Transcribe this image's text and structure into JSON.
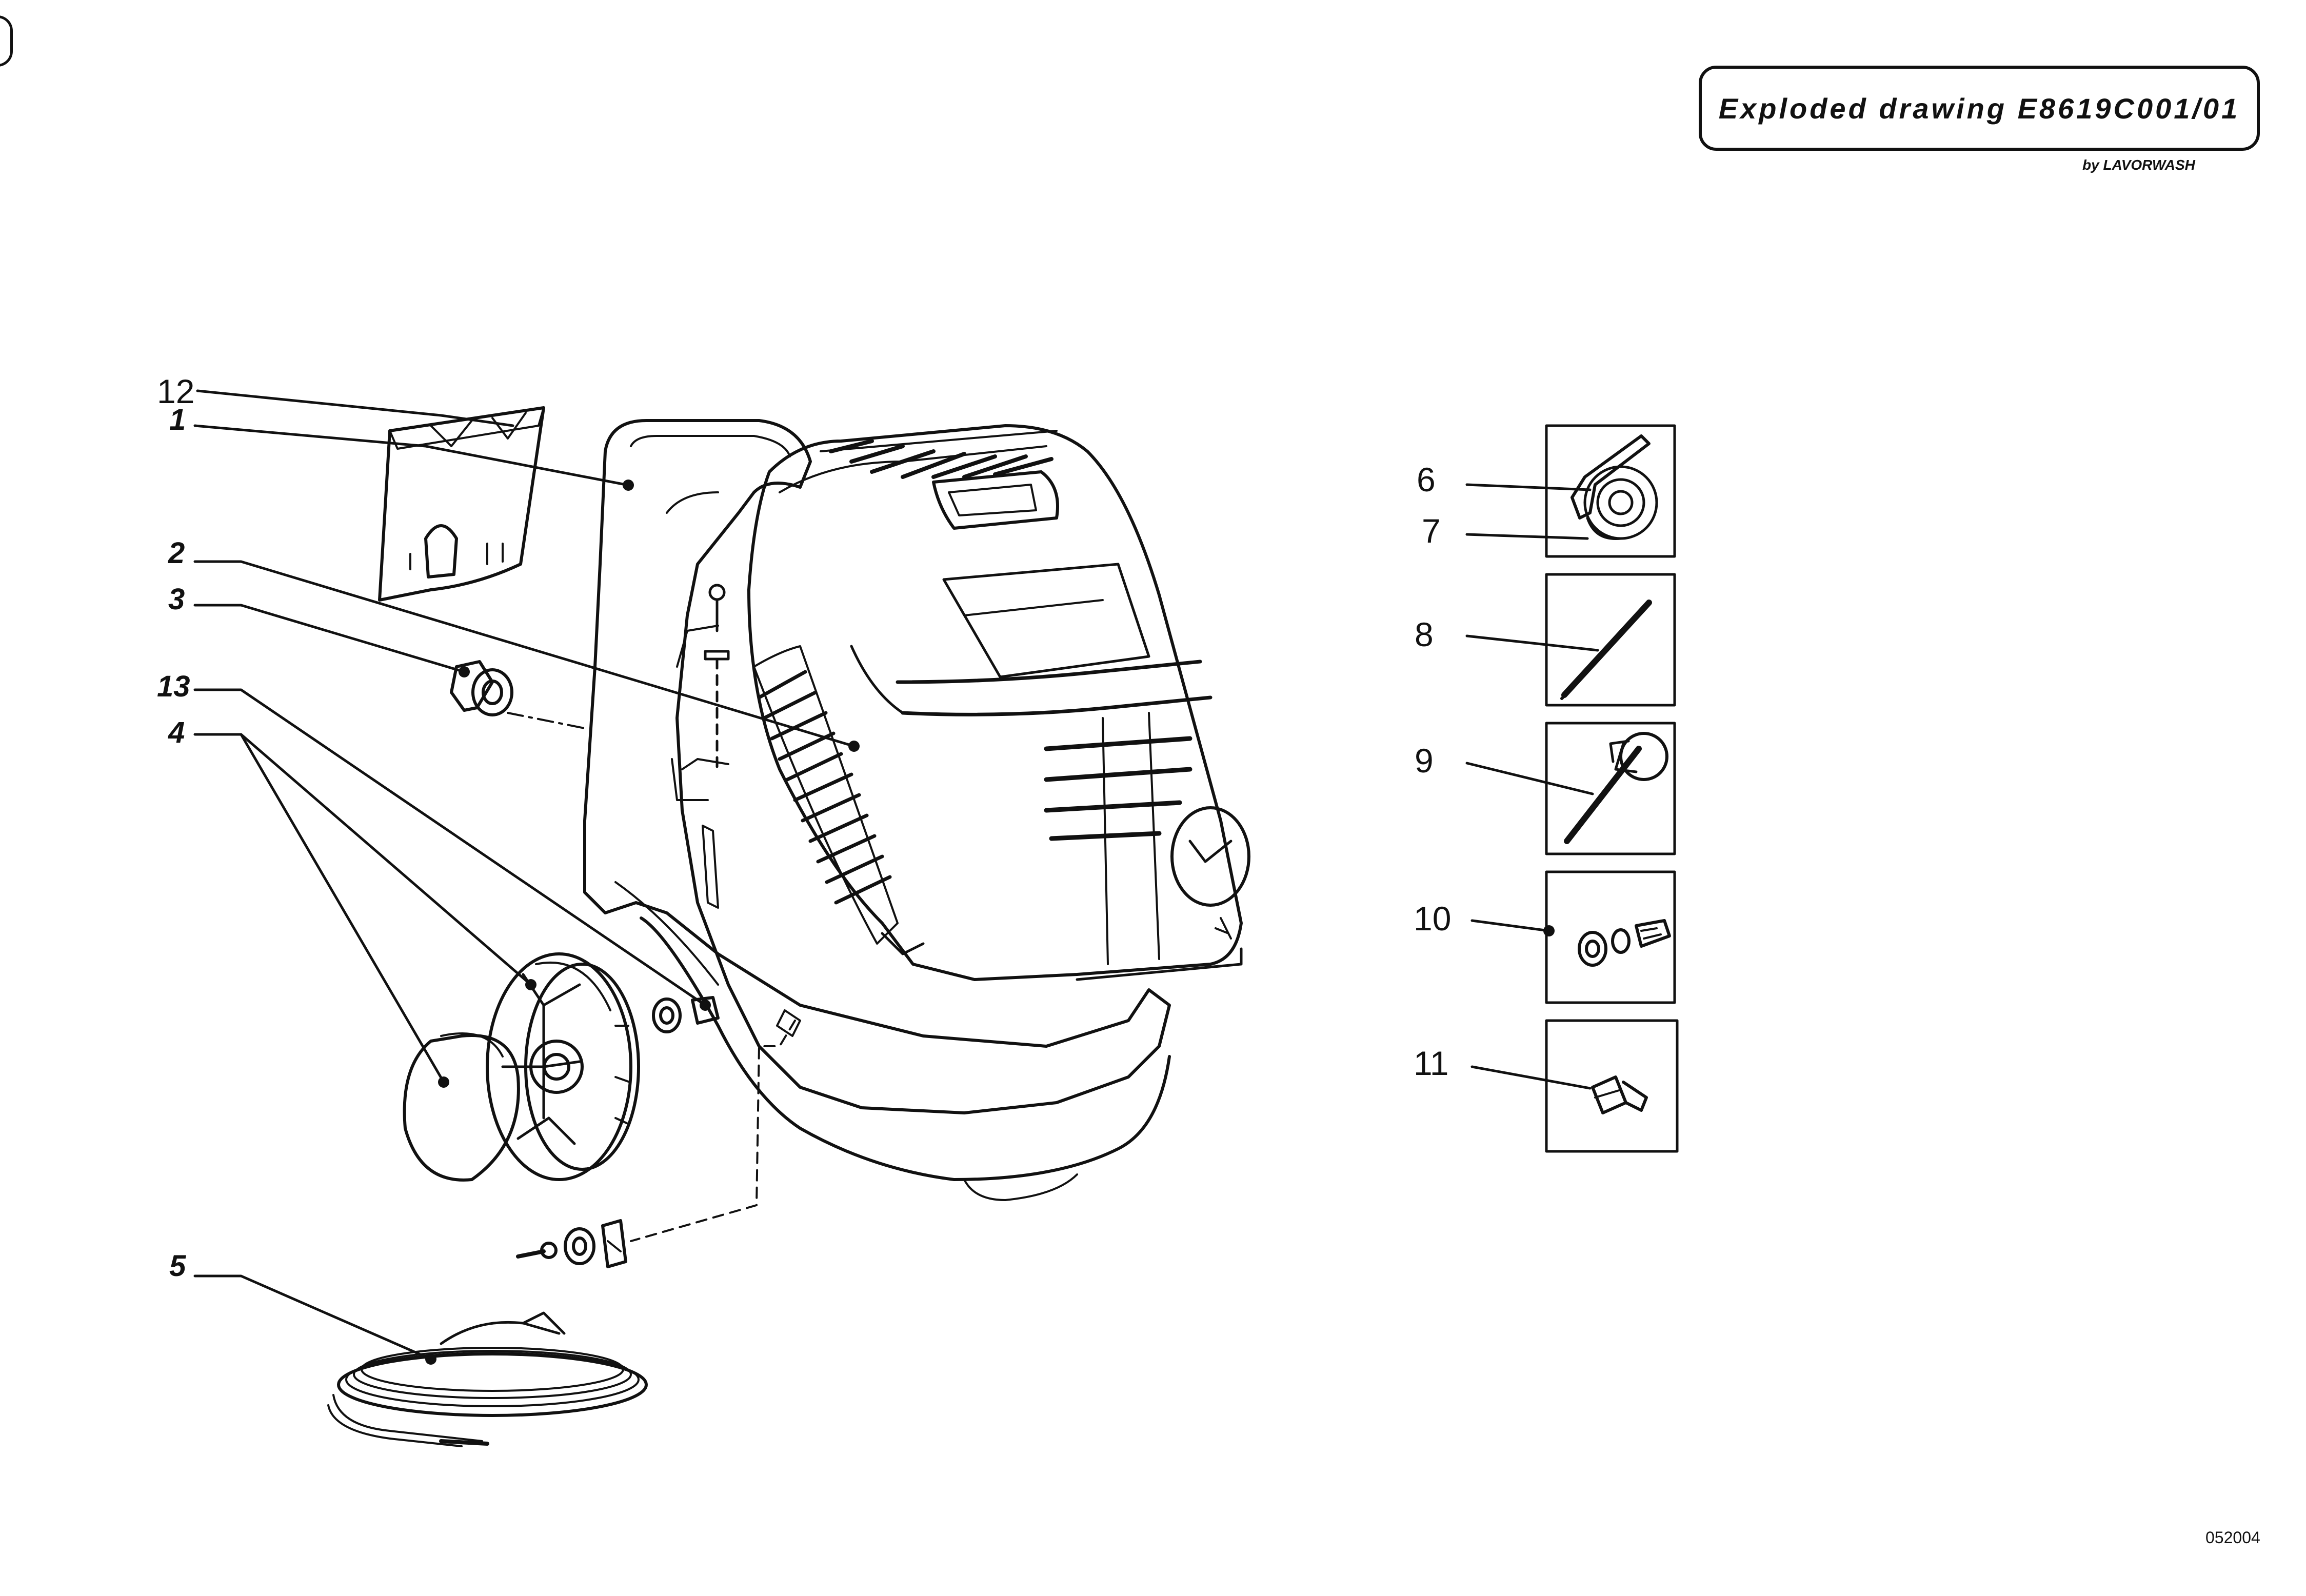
{
  "header": {
    "title": "Exploded drawing E8619C001/01",
    "credit": "by LAVORWASH"
  },
  "footer": {
    "doc_number": "052004"
  },
  "callouts": [
    "1",
    "2",
    "3",
    "4",
    "5",
    "6",
    "7",
    "8",
    "9",
    "10",
    "11",
    "12",
    "13"
  ],
  "colors": {
    "ink": "#111111",
    "paper": "#ffffff"
  }
}
